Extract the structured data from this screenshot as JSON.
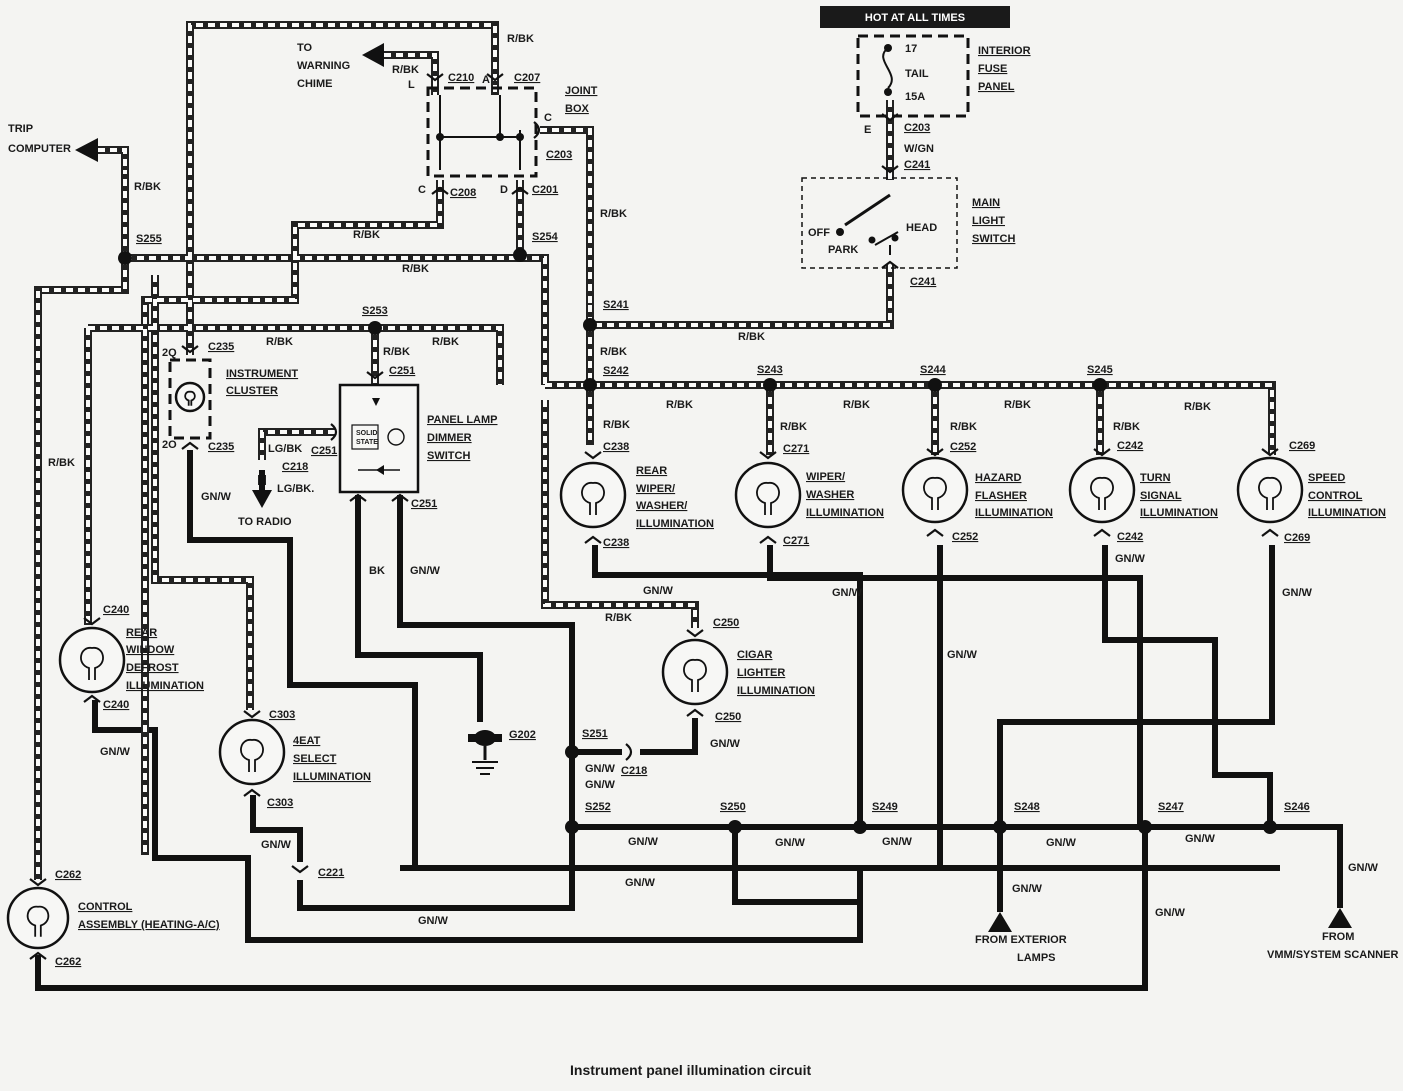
{
  "caption": "Instrument panel illumination circuit",
  "hot_label": "HOT AT ALL TIMES",
  "fuse": {
    "num": "17",
    "name": "TAIL",
    "amps": "15A",
    "panel": [
      "INTERIOR",
      "FUSE",
      "PANEL"
    ]
  },
  "wire_colors": {
    "r_bk": "R/BK",
    "gn_w": "GN/W",
    "w_gn": "W/GN",
    "lg_bk": "LG/BK",
    "lg_bk_dot": "LG/BK.",
    "bk": "BK"
  },
  "splices": {
    "s241": "S241",
    "s242": "S242",
    "s243": "S243",
    "s244": "S244",
    "s245": "S245",
    "s246": "S246",
    "s247": "S247",
    "s248": "S248",
    "s249": "S249",
    "s250": "S250",
    "s251": "S251",
    "s252": "S252",
    "s253": "S253",
    "s254": "S254",
    "s255": "S255"
  },
  "connectors": {
    "c201": "C201",
    "c203": "C203",
    "c207": "C207",
    "c208": "C208",
    "c210": "C210",
    "c218": "C218",
    "c221": "C221",
    "c235": "C235",
    "c238": "C238",
    "c240": "C240",
    "c241": "C241",
    "c242": "C242",
    "c250": "C250",
    "c251": "C251",
    "c252": "C252",
    "c262": "C262",
    "c269": "C269",
    "c271": "C271",
    "c303": "C303"
  },
  "pins": {
    "a": "A",
    "c": "C",
    "d": "D",
    "e": "E",
    "l": "L",
    "p2q": "2Q",
    "p2o": "2O"
  },
  "ground": "G202",
  "components": {
    "joint_box": [
      "JOINT",
      "BOX"
    ],
    "main_light_switch": [
      "MAIN",
      "LIGHT",
      "SWITCH"
    ],
    "switch_pos": {
      "off": "OFF",
      "park": "PARK",
      "head": "HEAD"
    },
    "instrument_cluster": [
      "INSTRUMENT",
      "CLUSTER"
    ],
    "dimmer": [
      "PANEL LAMP",
      "DIMMER",
      "SWITCH"
    ],
    "solid_state": [
      "SOLID",
      "STATE"
    ],
    "rear_wiper": [
      "REAR",
      "WIPER/",
      "WASHER/",
      "ILLUMINATION"
    ],
    "wiper_washer": [
      "WIPER/",
      "WASHER",
      "ILLUMINATION"
    ],
    "hazard": [
      "HAZARD",
      "FLASHER",
      "ILLUMINATION"
    ],
    "turn_signal": [
      "TURN",
      "SIGNAL",
      "ILLUMINATION"
    ],
    "speed_control": [
      "SPEED",
      "CONTROL",
      "ILLUMINATION"
    ],
    "rear_defrost": [
      "REAR",
      "WINDOW",
      "DEFROST",
      "ILLUMINATION"
    ],
    "eat_select": [
      "4EAT",
      "SELECT",
      "ILLUMINATION"
    ],
    "cigar": [
      "CIGAR",
      "LIGHTER",
      "ILLUMINATION"
    ],
    "control_assembly": [
      "CONTROL",
      "ASSEMBLY (HEATING-A/C)"
    ]
  },
  "destinations": {
    "warning_chime": [
      "TO",
      "WARNING",
      "CHIME"
    ],
    "trip_computer": [
      "TRIP",
      "COMPUTER"
    ],
    "radio": "TO RADIO",
    "exterior_lamps": [
      "FROM  EXTERIOR",
      "LAMPS"
    ],
    "vmm": [
      "FROM",
      "VMM/SYSTEM SCANNER"
    ]
  }
}
